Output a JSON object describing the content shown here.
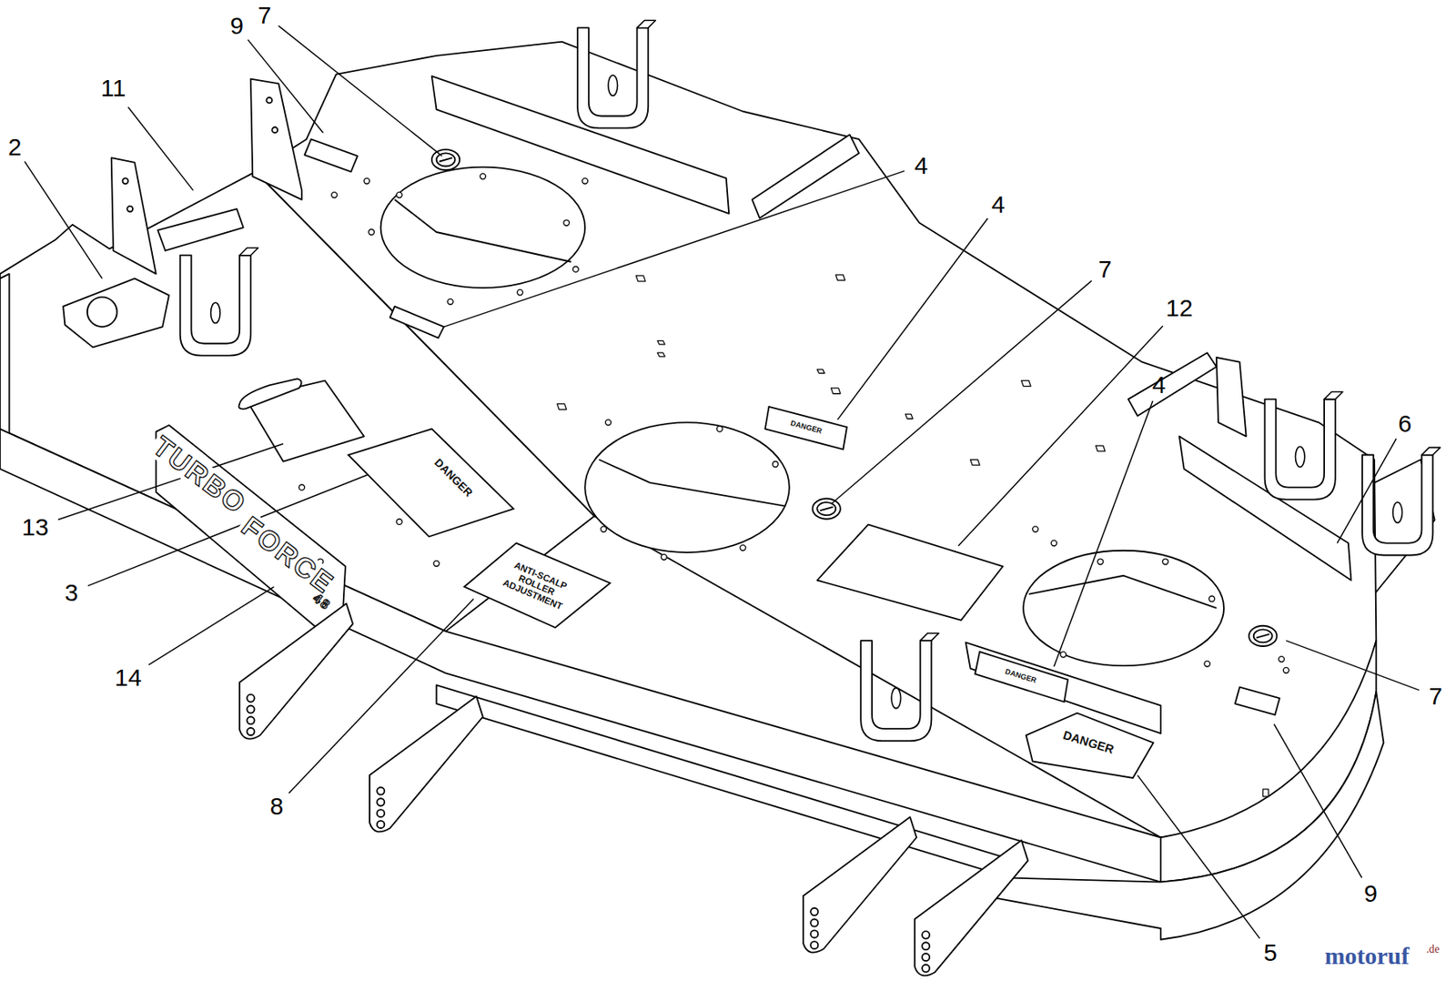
{
  "diagram": {
    "nodes": [
      {
        "text": [
          "DANGER"
        ]
      },
      {
        "text": [
          "DANGER"
        ]
      },
      {
        "text": [
          "ANTI-SCALP ROLLER ADJUSTMENT"
        ]
      },
      {
        "text": [
          "DANGER"
        ]
      },
      {
        "text": [
          "DANGER"
        ]
      }
    ],
    "labels": [
      "7",
      "9",
      "11",
      "2",
      "4",
      "4",
      "7",
      "12",
      "4",
      "6",
      "13",
      "3",
      "14",
      "7",
      "8",
      "9",
      "5",
      "TURBO",
      "FORCE",
      "48",
      "motoruf",
      ".de"
    ]
  }
}
